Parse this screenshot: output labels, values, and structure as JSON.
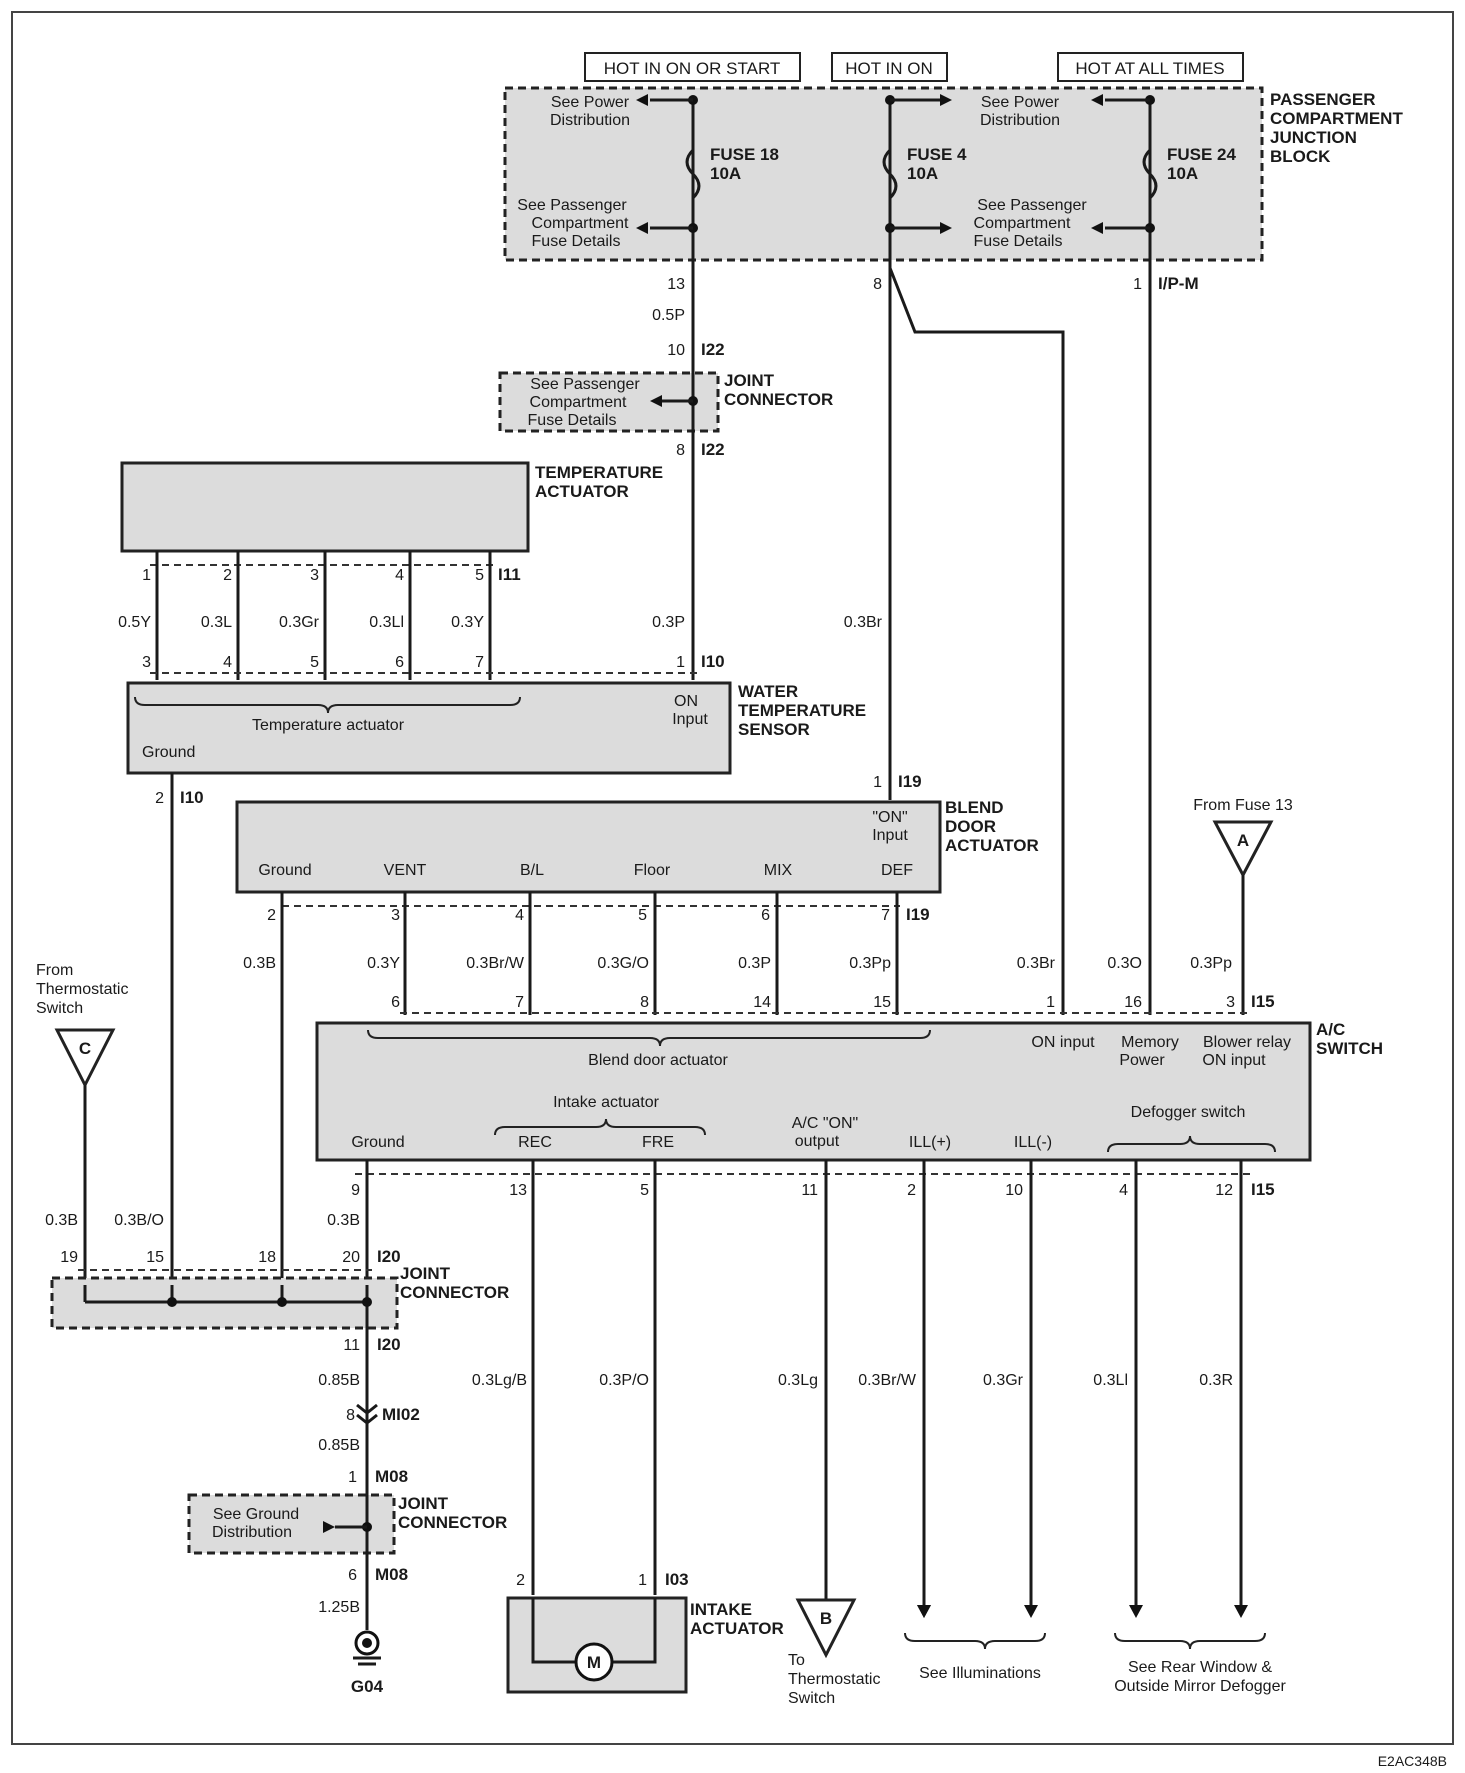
{
  "headers": {
    "hot_on_start": "HOT IN ON OR START",
    "hot_on": "HOT IN ON",
    "hot_all": "HOT AT ALL TIMES"
  },
  "junction_block": {
    "title": [
      "PASSENGER",
      "COMPARTMENT",
      "JUNCTION",
      "BLOCK"
    ],
    "see_power": [
      "See Power",
      "Distribution"
    ],
    "see_fuse_details": [
      "See Passenger",
      "Compartment",
      "Fuse Details"
    ],
    "fuse18": [
      "FUSE 18",
      "10A"
    ],
    "fuse4": [
      "FUSE 4",
      "10A"
    ],
    "fuse24": [
      "FUSE 24",
      "10A"
    ],
    "pin13": "13",
    "pin8": "8",
    "pin1": "1",
    "conn": "I/P-M"
  },
  "joint_i22": {
    "title": [
      "JOINT",
      "CONNECTOR"
    ],
    "text": [
      "See Passenger",
      "Compartment",
      "Fuse Details"
    ],
    "pin_top": "10",
    "pin_bottom": "8",
    "conn": "I22",
    "wire_top": "0.5P"
  },
  "temp_actuator": {
    "title": [
      "TEMPERATURE",
      "ACTUATOR"
    ],
    "pins": [
      "1",
      "2",
      "3",
      "4",
      "5"
    ],
    "conn": "I11",
    "wires": [
      "0.5Y",
      "0.3L",
      "0.3Gr",
      "0.3Ll",
      "0.3Y"
    ]
  },
  "water_temp_sensor": {
    "title": [
      "WATER",
      "TEMPERATURE",
      "SENSOR"
    ],
    "top_pins": [
      "3",
      "4",
      "5",
      "6",
      "7",
      "1"
    ],
    "conn": "I10",
    "wire_on": "0.3P",
    "on_input": [
      "ON",
      "Input"
    ],
    "temp_actuator_label": "Temperature actuator",
    "ground": "Ground",
    "pin_ground": "2"
  },
  "blend_door": {
    "title": [
      "BLEND",
      "DOOR",
      "ACTUATOR"
    ],
    "pin_on": "1",
    "conn": "I19",
    "on_input": [
      "\"ON\"",
      "Input"
    ],
    "wire_br": "0.3Br",
    "labels": [
      "Ground",
      "VENT",
      "B/L",
      "Floor",
      "MIX",
      "DEF"
    ],
    "pins": [
      "2",
      "3",
      "4",
      "5",
      "6",
      "7"
    ]
  },
  "fuse13": {
    "text": "From Fuse 13",
    "letter": "A"
  },
  "ac_switch": {
    "title": [
      "A/C",
      "SWITCH"
    ],
    "conn": "I15",
    "top_wires": [
      "0.3B",
      "0.3Y",
      "0.3Br/W",
      "0.3G/O",
      "0.3P",
      "0.3Pp",
      "0.3Br",
      "0.3O",
      "0.3Pp"
    ],
    "top_pins": [
      "6",
      "7",
      "8",
      "14",
      "15",
      "1",
      "16",
      "3"
    ],
    "blend_label": "Blend door actuator",
    "on_input": "ON input",
    "memory_power": [
      "Memory",
      "Power"
    ],
    "blower_relay": [
      "Blower relay",
      "ON input"
    ],
    "intake_label": "Intake actuator",
    "ground": "Ground",
    "rec": "REC",
    "fre": "FRE",
    "ac_on_output": [
      "A/C \"ON\"",
      "output"
    ],
    "ill_plus": "ILL(+)",
    "ill_minus": "ILL(-)",
    "defogger": "Defogger switch",
    "bottom_pins": [
      "9",
      "13",
      "5",
      "11",
      "2",
      "10",
      "4",
      "12"
    ],
    "bottom_wires": [
      "0.3Lg/B",
      "0.3P/O",
      "0.3Lg",
      "0.3Br/W",
      "0.3Gr",
      "0.3Ll",
      "0.3R"
    ]
  },
  "thermo_from": {
    "text": [
      "From",
      "Thermostatic",
      "Switch"
    ],
    "letter": "C"
  },
  "joint_i20": {
    "title": [
      "JOINT",
      "CONNECTOR"
    ],
    "conn": "I20",
    "pins": [
      "19",
      "15",
      "18",
      "20"
    ],
    "pin_bottom": "11",
    "wires": [
      "0.3B",
      "0.3B/O",
      "0.3B"
    ]
  },
  "ground_chain": {
    "w1": "0.85B",
    "mi02_pin": "8",
    "mi02": "MI02",
    "w2": "0.85B",
    "m08_top": "1",
    "m08": "M08",
    "m08_bottom": "6",
    "w3": "1.25B",
    "ground": "G04",
    "joint_title": [
      "JOINT",
      "CONNECTOR"
    ],
    "joint_text": [
      "See Ground",
      "Distribution"
    ]
  },
  "intake_actuator": {
    "title": [
      "INTAKE",
      "ACTUATOR"
    ],
    "pin_rec": "2",
    "pin_fre": "1",
    "conn": "I03",
    "motor": "M"
  },
  "footer": {
    "to_thermo": [
      "To",
      "Thermostatic",
      "Switch"
    ],
    "letter_b": "B",
    "see_illum": "See Illuminations",
    "see_defogger": [
      "See Rear Window &",
      "Outside Mirror Defogger"
    ],
    "code": "E2AC348B"
  }
}
